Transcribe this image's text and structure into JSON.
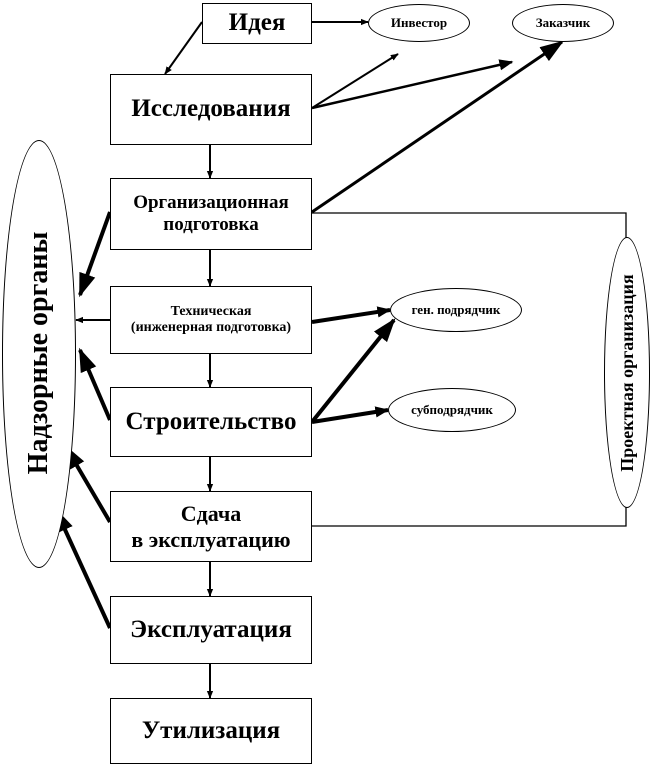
{
  "stages": {
    "idea": "Идея",
    "research": "Исследования",
    "org_prep_line1": "Организационная",
    "org_prep_line2": "подготовка",
    "tech_line1": "Техническая",
    "tech_line2": "(инженерная подготовка)",
    "construction": "Строительство",
    "handover_line1": "Сдача",
    "handover_line2": "в эксплуатацию",
    "operation": "Эксплуатация",
    "disposal": "Утилизация"
  },
  "participants": {
    "investor": "Инвестор",
    "customer": "Заказчик",
    "general_contractor": "ген. подрядчик",
    "subcontractor": "субподрядчик",
    "supervisory_bodies": "Надзорные органы",
    "design_organization": "Проектная организация"
  }
}
